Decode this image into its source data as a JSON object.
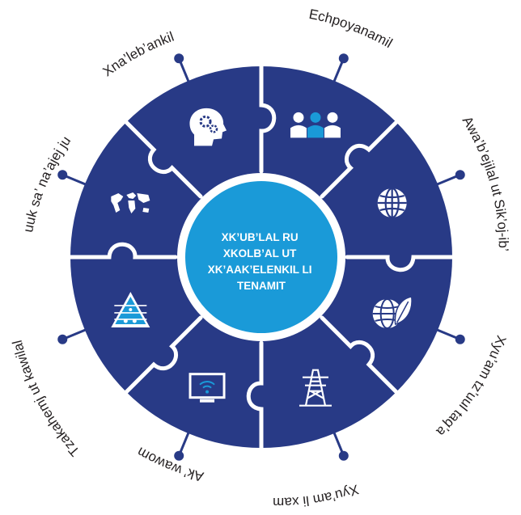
{
  "center": {
    "lines": [
      "XK’UB’LAL RU",
      "XKOLB’AL UT",
      "XK’AAK’ELENKIL LI",
      "TENAMIT"
    ]
  },
  "segments": [
    {
      "label": "Echpoyanamil",
      "icon": "people-group-icon"
    },
    {
      "label": "Awa’b’ejilal ut Sik’oj-ib’",
      "icon": "globe-icon"
    },
    {
      "label": "Xyu’am tz’uul taq’a",
      "icon": "globe-leaf-icon"
    },
    {
      "label": "Xyu’am li xam",
      "icon": "power-tower-icon"
    },
    {
      "label": "Ak’ wawom",
      "icon": "wifi-monitor-icon"
    },
    {
      "label": "Tzakahemj ut kawilal",
      "icon": "food-pyramid-icon"
    },
    {
      "label": "Chipuuk sa’ na’ajej junjunq",
      "icon": "world-map-icon"
    },
    {
      "label": "Xna’leb’ankil",
      "icon": "head-gears-icon"
    }
  ],
  "colors": {
    "ring": "#283a86",
    "center": "#1a9ad8",
    "accent": "#1a9ad8",
    "white": "#ffffff",
    "text": "#231f20"
  }
}
